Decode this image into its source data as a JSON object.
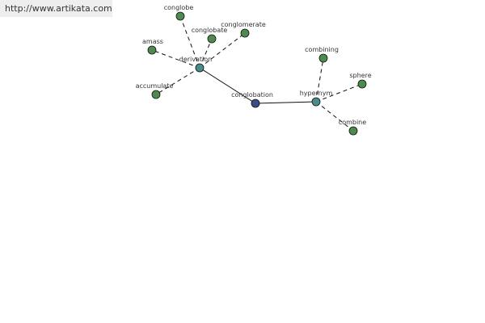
{
  "banner": {
    "url_text": "http://www.artikata.com"
  },
  "colors": {
    "leaf": "#4e8a4e",
    "hub": "#4a8c8c",
    "center": "#3b4e8c"
  },
  "graph": {
    "nodes": [
      {
        "id": "conglobation",
        "label": "conglobation",
        "kind": "center"
      },
      {
        "id": "derivation",
        "label": "derivation",
        "kind": "hub"
      },
      {
        "id": "hypernym",
        "label": "hypernym",
        "kind": "hub"
      },
      {
        "id": "conglobe",
        "label": "conglobe",
        "kind": "leaf"
      },
      {
        "id": "conglobate",
        "label": "conglobate",
        "kind": "leaf"
      },
      {
        "id": "conglomerate",
        "label": "conglomerate",
        "kind": "leaf"
      },
      {
        "id": "amass",
        "label": "amass",
        "kind": "leaf"
      },
      {
        "id": "accumulate",
        "label": "accumulate",
        "kind": "leaf"
      },
      {
        "id": "combining",
        "label": "combining",
        "kind": "leaf"
      },
      {
        "id": "sphere",
        "label": "sphere",
        "kind": "leaf"
      },
      {
        "id": "combine",
        "label": "combine",
        "kind": "leaf"
      }
    ],
    "edges": [
      {
        "from": "derivation",
        "to": "conglobation",
        "style": "solid"
      },
      {
        "from": "conglobation",
        "to": "hypernym",
        "style": "solid"
      },
      {
        "from": "derivation",
        "to": "conglobe",
        "style": "dashed"
      },
      {
        "from": "derivation",
        "to": "conglobate",
        "style": "dashed"
      },
      {
        "from": "derivation",
        "to": "conglomerate",
        "style": "dashed"
      },
      {
        "from": "derivation",
        "to": "amass",
        "style": "dashed"
      },
      {
        "from": "derivation",
        "to": "accumulate",
        "style": "dashed"
      },
      {
        "from": "hypernym",
        "to": "combining",
        "style": "dashed"
      },
      {
        "from": "hypernym",
        "to": "sphere",
        "style": "dashed"
      },
      {
        "from": "hypernym",
        "to": "combine",
        "style": "dashed"
      }
    ]
  }
}
